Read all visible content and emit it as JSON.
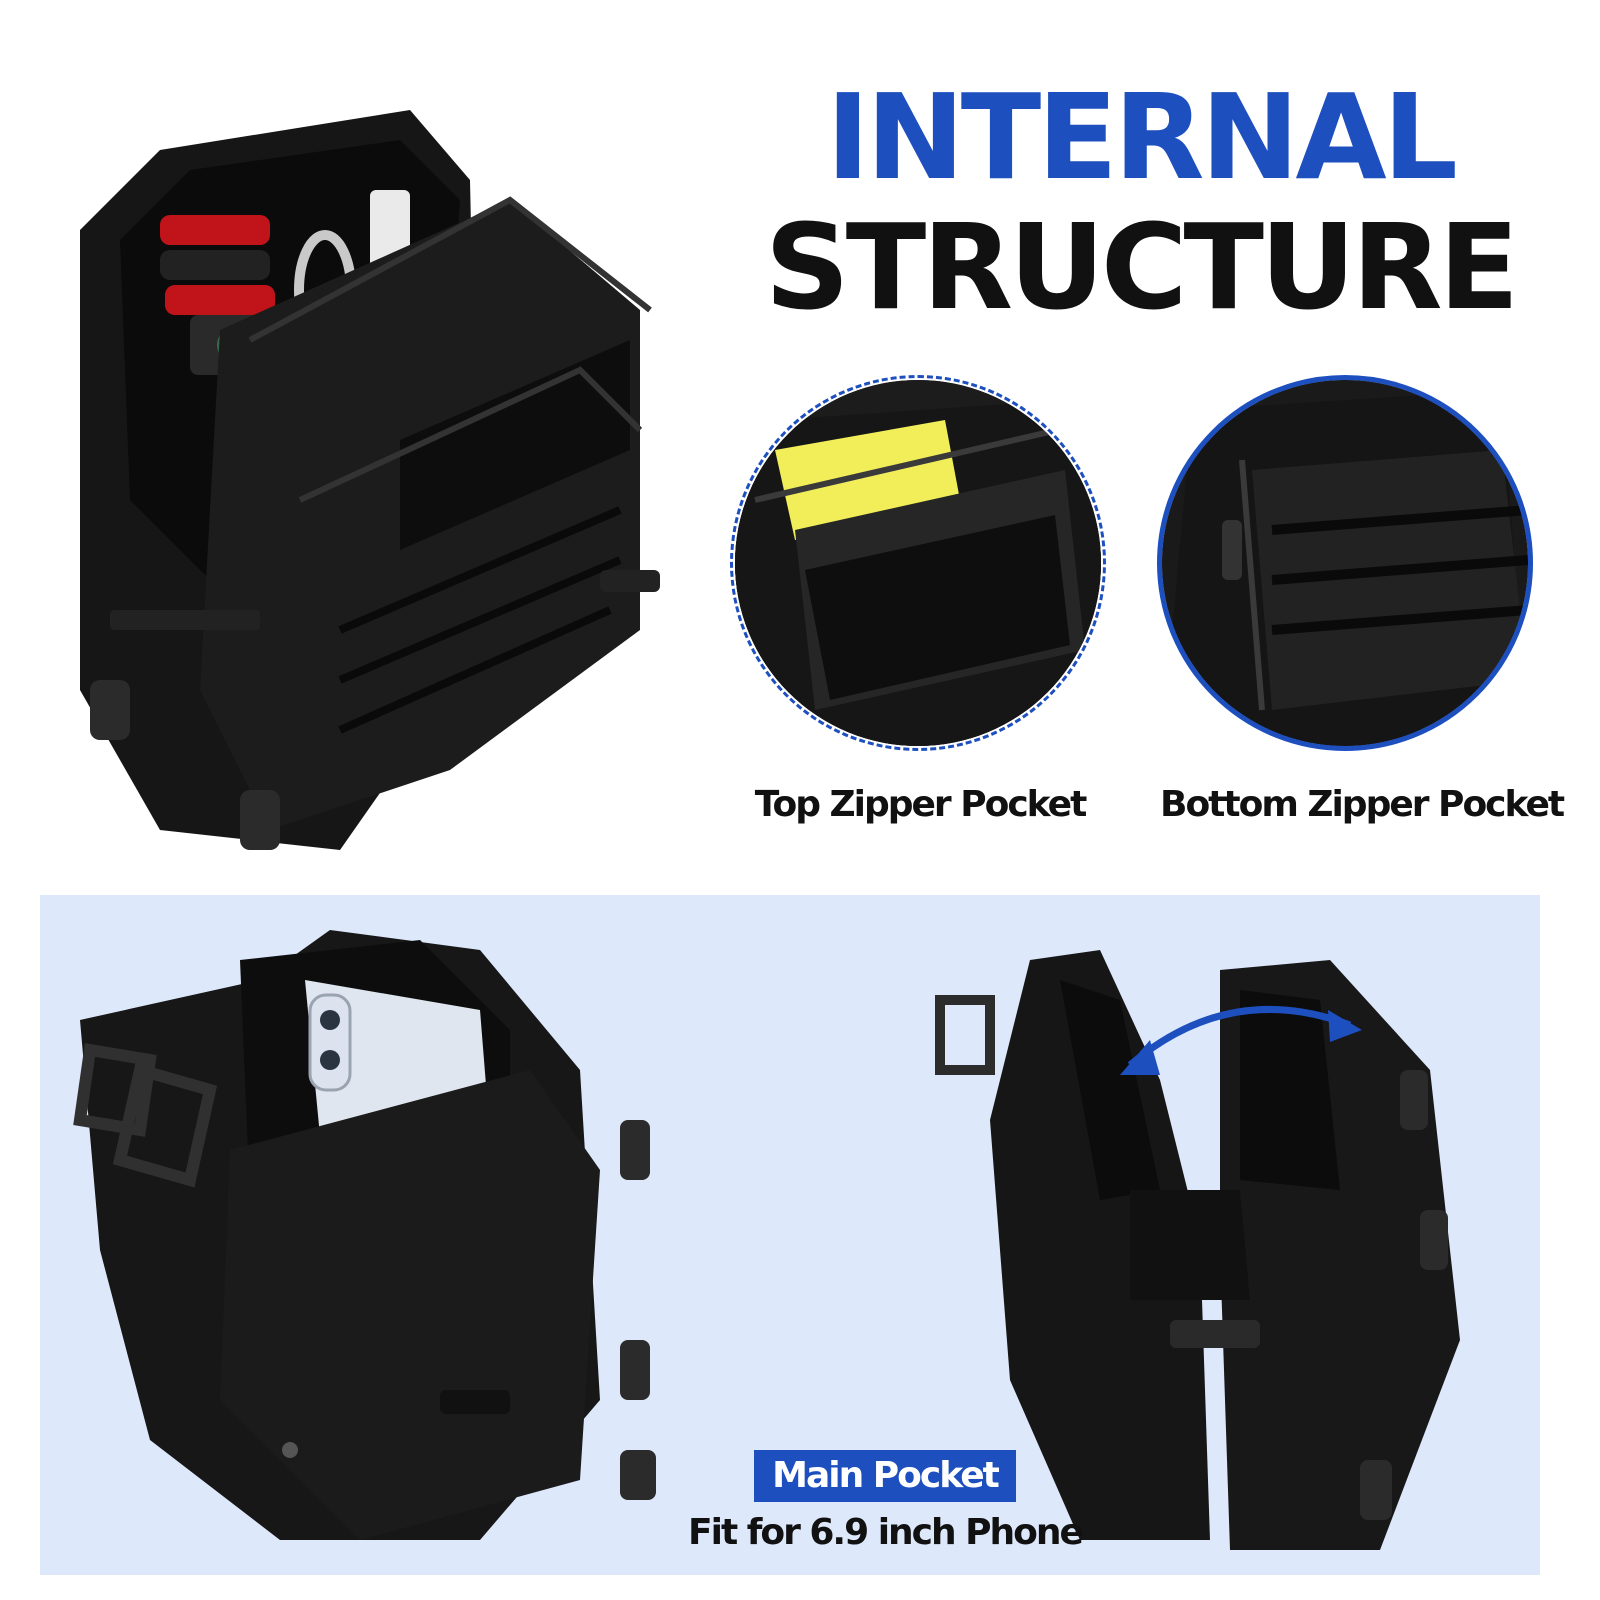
{
  "header": {
    "line1": "INTERNAL",
    "line2": "STRUCTURE"
  },
  "details": {
    "top_caption": "Top Zipper Pocket",
    "bottom_caption": "Bottom Zipper Pocket"
  },
  "main_pocket": {
    "label": "Main Pocket",
    "subtitle": "Fit for 6.9 inch Phone"
  },
  "colors": {
    "accent_blue": "#1d4fbf",
    "panel_bg": "#dde8fb",
    "bag": "#141414",
    "title_dark": "#111111",
    "card_yellow": "#f1ee5a"
  }
}
